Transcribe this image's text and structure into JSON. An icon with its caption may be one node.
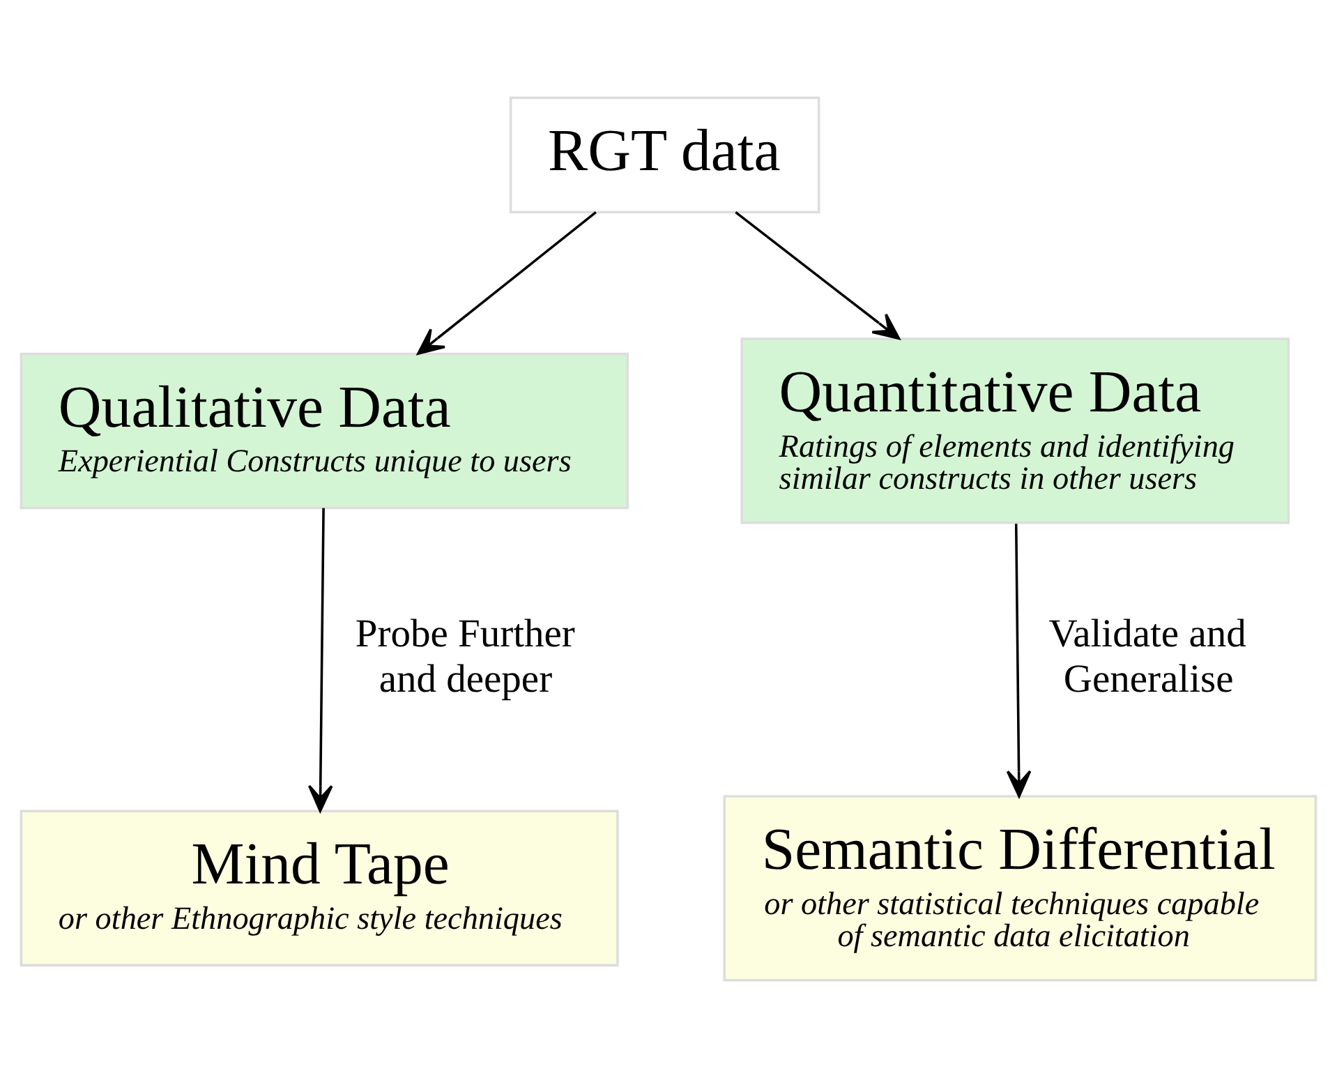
{
  "diagram": {
    "nodes": [
      {
        "text": [
          "RGT data"
        ]
      },
      {
        "text": [
          "Qualitative Data",
          "Experiential Constructs unique to users"
        ]
      },
      {
        "text": [
          "Quantitative Data",
          "Ratings of elements and identifying similar constructs in other users"
        ]
      },
      {
        "text": [
          "Mind Tape",
          "or other Ethnographic style techniques"
        ]
      },
      {
        "text": [
          "Semantic Differential",
          "or other statistical techniques capable of semantic data elicitation"
        ]
      }
    ],
    "edges": [
      {
        "from": 0,
        "to": 1,
        "arrow": "to"
      },
      {
        "from": 0,
        "to": 2,
        "arrow": "to"
      },
      {
        "from": 1,
        "to": 3,
        "arrow": "to",
        "label": "Probe Further and deeper"
      },
      {
        "from": 2,
        "to": 4,
        "arrow": "to",
        "label": "Validate and Generalise"
      }
    ]
  }
}
